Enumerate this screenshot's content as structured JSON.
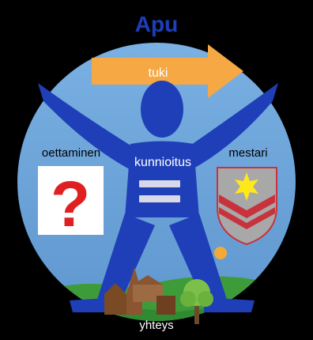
{
  "title": "Apu",
  "labels": {
    "arrow": "tuki",
    "left": "oettaminen",
    "right": "mestari",
    "center": "kunnioitus",
    "bottom": "yhteys"
  },
  "icons": {
    "left_box": "question-mark-icon",
    "right_shield": "shield-with-star-icon",
    "person": "person-arms-raised-icon",
    "arrow": "right-arrow-icon",
    "equals": "equals-sign-icon",
    "sun": "sun-icon",
    "tree": "tree-icon",
    "buildings": "village-buildings-icon"
  },
  "colors": {
    "background": "#000000",
    "circle_sky": "#6BA3D9",
    "person": "#1F3FB8",
    "arrow": "#F5A843",
    "title": "#1F3FB8",
    "question_mark": "#E02020",
    "shield_gray": "#A8A8A8",
    "shield_stripe": "#C8323C",
    "star": "#FFE81A",
    "grass": "#3E9B3A",
    "sun": "#F4A936"
  }
}
